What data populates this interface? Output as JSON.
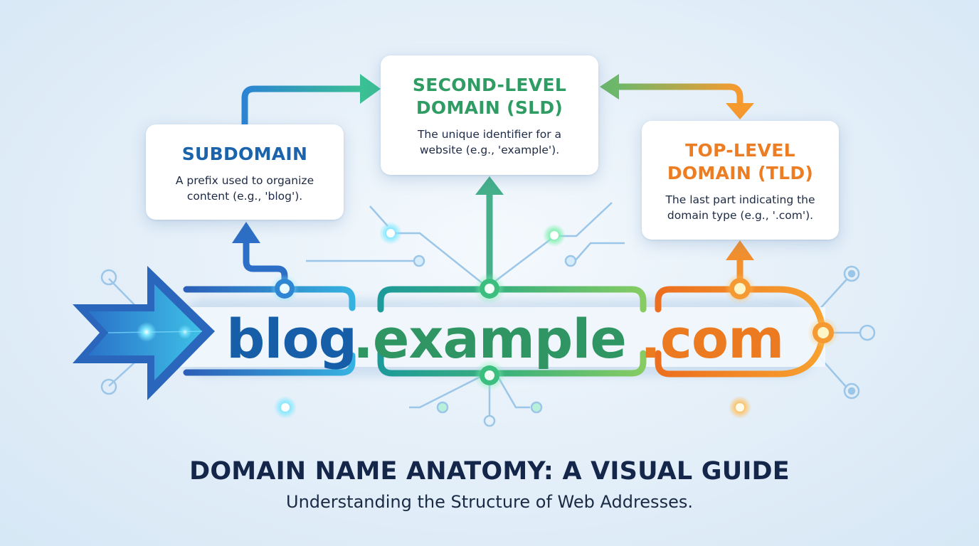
{
  "diagram": {
    "title": "DOMAIN NAME ANATOMY: A VISUAL GUIDE",
    "subtitle": "Understanding the Structure of Web Addresses.",
    "example_url": {
      "subdomain": "blog",
      "sld": ".example",
      "tld": ".com"
    },
    "cards": {
      "subdomain": {
        "title": "SUBDOMAIN",
        "description_line1": "A prefix used to organize",
        "description_line2": "content (e.g., 'blog').",
        "color": "#1b63ab"
      },
      "sld": {
        "title_line1": "SECOND-LEVEL",
        "title_line2": "DOMAIN (SLD)",
        "description_line1": "The unique identifier for a",
        "description_line2": "website (e.g., 'example').",
        "color": "#2f9c63"
      },
      "tld": {
        "title_line1": "TOP-LEVEL",
        "title_line2": "DOMAIN (TLD)",
        "description_line1": "The last part indicating the",
        "description_line2": "domain type (e.g., '.com').",
        "color": "#ec7d22"
      }
    },
    "connectors": [
      {
        "from": "subdomain-segment",
        "to": "subdomain-card",
        "direction": "up"
      },
      {
        "from": "sld-segment",
        "to": "sld-card",
        "direction": "up"
      },
      {
        "from": "tld-segment",
        "to": "tld-card",
        "direction": "up"
      },
      {
        "from": "subdomain-card",
        "to": "sld-card",
        "direction": "right"
      },
      {
        "from": "tld-card",
        "to": "sld-card",
        "direction": "bidirectional"
      }
    ],
    "colors": {
      "background": "#e3eef8",
      "subdomain_blue": "#1b63ab",
      "sld_green": "#2f9c63",
      "tld_orange": "#ec7d22",
      "title_navy": "#14264a"
    }
  }
}
